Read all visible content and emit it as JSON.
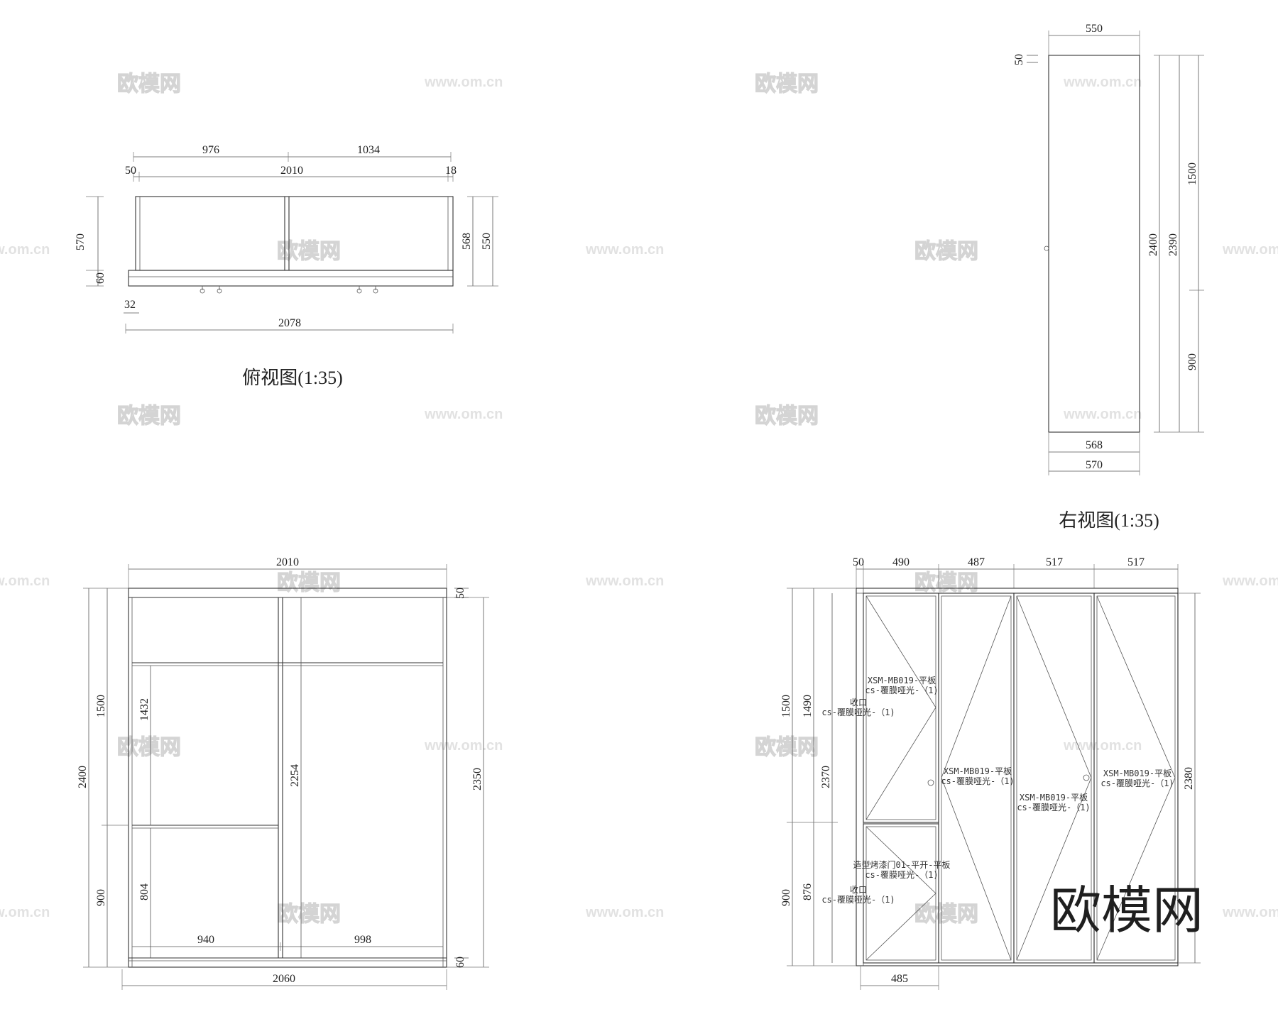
{
  "views": {
    "top": {
      "title": "俯视图(1:35)",
      "dims": {
        "seg_left": "976",
        "seg_right": "1034",
        "edge_left": "50",
        "overall_inner": "2010",
        "edge_right": "18",
        "depth_outer": "570",
        "base_height": "60",
        "depth_right_inner": "568",
        "depth_right_outer": "550",
        "offset": "32",
        "overall_outer": "2078"
      }
    },
    "right": {
      "title": "右视图(1:35)",
      "dims": {
        "top_width": "550",
        "top_edge": "50",
        "upper": "1500",
        "lower": "900",
        "height_a": "2400",
        "height_b": "2390",
        "bottom_inner": "568",
        "bottom_outer": "570"
      }
    },
    "front_open": {
      "dims": {
        "top_width": "2010",
        "top_band": "50",
        "left_upper": "1500",
        "left_total": "2400",
        "left_lower": "900",
        "shelf_upper": "1432",
        "shelf_lower": "804",
        "divider_height": "2254",
        "right_total": "2350",
        "bottom_left": "940",
        "bottom_right": "998",
        "base": "60",
        "bottom_overall": "2060"
      }
    },
    "front_doors": {
      "dims": {
        "edge": "50",
        "door_1": "490",
        "door_2": "487",
        "door_3": "517",
        "door_4": "517",
        "outer_upper": "1500",
        "outer_lower": "900",
        "door_upper": "1490",
        "door_total": "2370",
        "door_lower": "876",
        "bottom_door": "485",
        "right_total": "2380"
      },
      "notes": {
        "d1_upper_l1": "XSM-MB019-平板",
        "d1_upper_l2": "cs-覆膜哑光-（1)",
        "d1_edge_l1": "收口",
        "d1_edge_l2": "cs-覆膜哑光-（1)",
        "d2_l1": "XSM-MB019-平板",
        "d2_l2": "cs-覆膜哑光-（1)",
        "d3_l1": "XSM-MB019-平板",
        "d3_l2": "cs-覆膜哑光-（1)",
        "d4_l1": "XSM-MB019-平板",
        "d4_l2": "cs-覆膜哑光-（1)",
        "d1_lower_l1": "造型烤漆门01-平开-平板",
        "d1_lower_l2": "cs-覆膜哑光-（1)",
        "d1_lower_edge_l1": "收口",
        "d1_lower_edge_l2": "cs-覆膜哑光-（1)"
      }
    }
  },
  "watermark": {
    "brand": "欧模网",
    "url": "www.om.cn"
  },
  "colors": {
    "line": "#333333",
    "watermark": "#d4d4d4",
    "logo": "#1f1f1f"
  }
}
